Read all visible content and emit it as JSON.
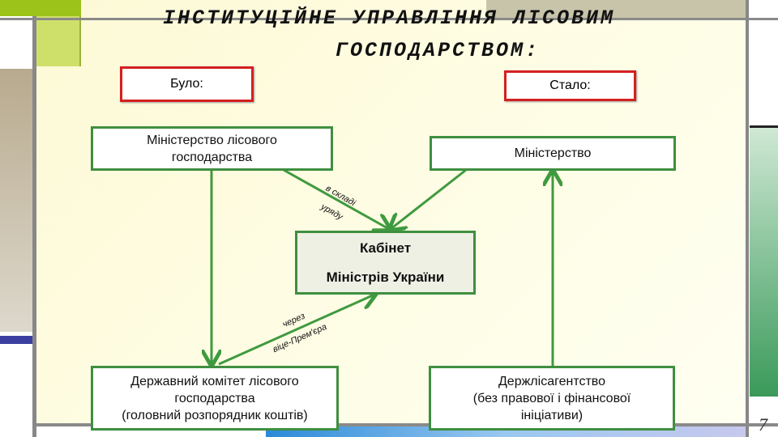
{
  "title": {
    "line1": "ІНСТИТУЦІЙНЕ УПРАВЛІННЯ ЛІСОВИМ",
    "line2": "ГОСПОДАРСТВОМ:"
  },
  "headers": {
    "before": "Було:",
    "after": "Стало:"
  },
  "boxes": {
    "ministry_forest": [
      "Міністерство лісового",
      "господарства"
    ],
    "ministry": "Міністерство",
    "cabinet": [
      "Кабінет",
      "Міністрів України"
    ],
    "state_committee": [
      "Державний комітет лісового",
      "господарства",
      "(головний розпорядник коштів)"
    ],
    "agency": [
      "Держлісагентство",
      "(без правової і фінансової",
      "ініціативи)"
    ]
  },
  "arrow_labels": {
    "in_government": [
      "в складі",
      "уряду"
    ],
    "via_vice_pm": [
      "через",
      "віце-Прем'єра"
    ]
  },
  "slide_number": "7",
  "colors": {
    "arrow": "#3f9a3f",
    "before_after_border": "#d42020",
    "background": "#fdf9d6"
  }
}
